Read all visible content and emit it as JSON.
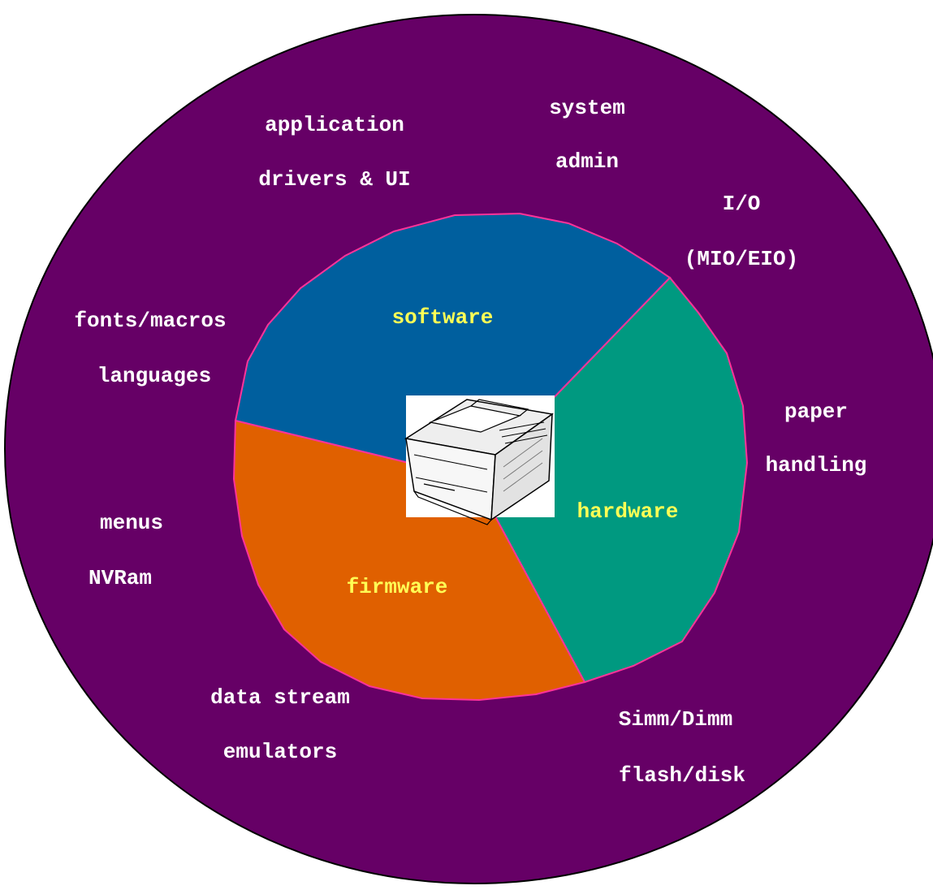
{
  "colors": {
    "outer_ring": "#660066",
    "outer_border": "#000000",
    "software": "#005f9e",
    "hardware": "#009980",
    "firmware": "#e06000",
    "segment_edge": "#ff3399",
    "segment_label": "#ffff55",
    "outer_label": "#ffffff"
  },
  "segments": {
    "software": {
      "label": "software"
    },
    "hardware": {
      "label": "hardware"
    },
    "firmware": {
      "label": "firmware"
    }
  },
  "outer_labels": {
    "application": "application",
    "drivers_ui": "drivers & UI",
    "system": "system",
    "admin": "admin",
    "io": "I/O",
    "mio_eio": "(MIO/EIO)",
    "fonts_macros": "fonts/macros",
    "languages": "languages",
    "paper": "paper",
    "handling": "handling",
    "menus": "menus",
    "nvram": "NVRam",
    "data_stream": "data stream",
    "emulators": "emulators",
    "simm_dimm": "Simm/Dimm",
    "flash_disk": "flash/disk"
  },
  "center_icon": "printer-icon"
}
